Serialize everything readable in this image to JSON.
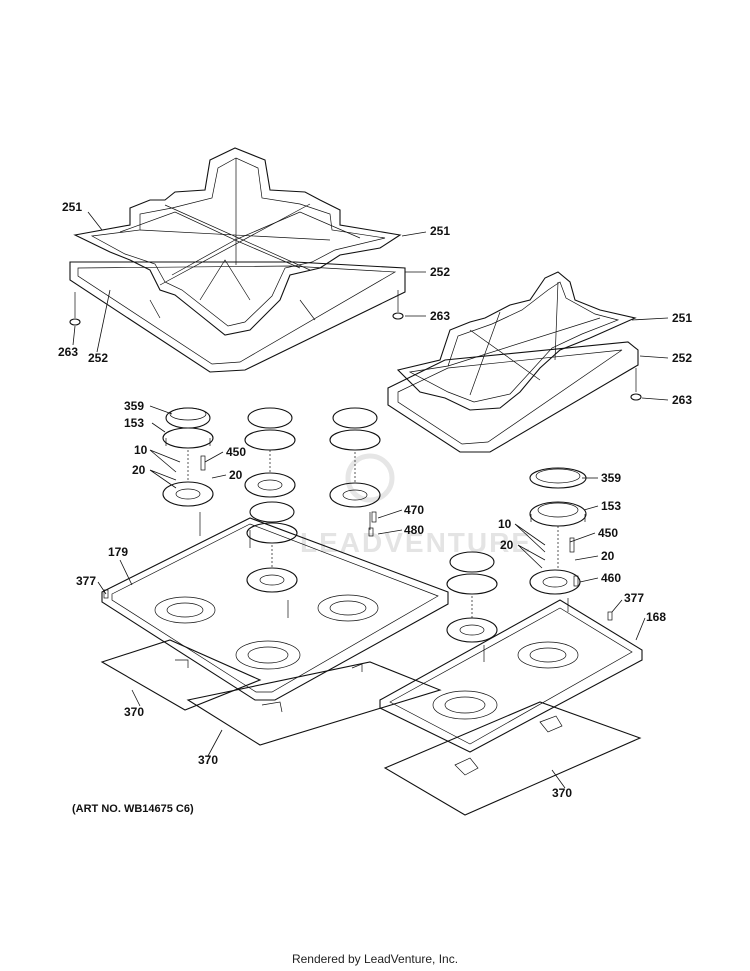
{
  "watermark": "LEADVENTURE",
  "art_number": "(ART NO. WB14675 C6)",
  "footer": "Rendered by LeadVenture, Inc.",
  "labels": {
    "l251a": "251",
    "l251b": "251",
    "l251c": "251",
    "l252a": "252",
    "l252b": "252",
    "l252c": "252",
    "l263a": "263",
    "l263b": "263",
    "l263c": "263",
    "l359a": "359",
    "l359b": "359",
    "l153a": "153",
    "l153b": "153",
    "l10a": "10",
    "l10b": "10",
    "l450a": "450",
    "l450b": "450",
    "l20a": "20",
    "l20b": "20",
    "l20c": "20",
    "l20d": "20",
    "l470": "470",
    "l480": "480",
    "l179": "179",
    "l377a": "377",
    "l377b": "377",
    "l460": "460",
    "l168": "168",
    "l370a": "370",
    "l370b": "370",
    "l370c": "370"
  }
}
